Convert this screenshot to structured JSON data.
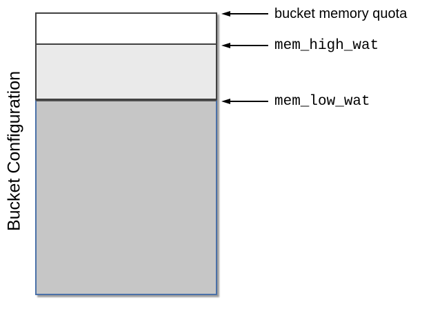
{
  "diagram": {
    "y_axis_label": "Bucket Configuration",
    "annotations": [
      {
        "label": "bucket memory quota",
        "points_to": "top-of-box"
      },
      {
        "label": "mem_high_wat",
        "points_to": "high-watermark-line"
      },
      {
        "label": "mem_low_wat",
        "points_to": "low-watermark-line"
      }
    ],
    "arrow_direction": "left",
    "colors": {
      "section_above_high_water": "#ffffff",
      "section_between_watermarks": "#eaeaea",
      "section_below_low_water": "#c6c6c6",
      "box_border_dark": "#404040",
      "box_border_blue": "#4a70a8",
      "arrow": "#000000",
      "shadow": "#9e9e9e",
      "background": "#ffffff",
      "text": "#000000"
    }
  }
}
